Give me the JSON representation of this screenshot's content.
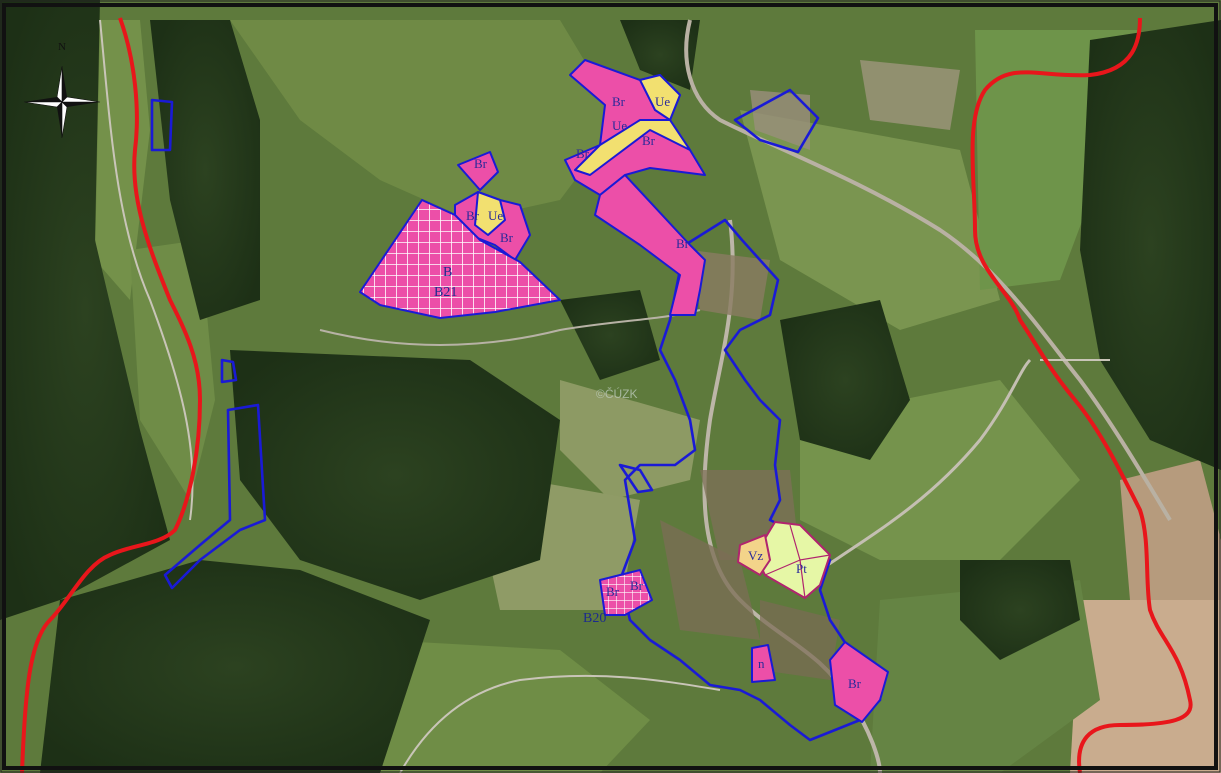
{
  "map": {
    "north_label": "N",
    "watermark": "©ČÚZK",
    "colors": {
      "boundary_red": "#e8161b",
      "boundary_blue": "#1a1ad6",
      "zone_pink": "#ec4fa8",
      "zone_yellow": "#f2e070",
      "zone_lightgreen": "#e6f7a6",
      "zone_tan": "#f3d48a"
    },
    "labels": {
      "br_1": "Br",
      "ue_1": "Ue",
      "ue_2": "Ue",
      "br_2": "Br",
      "br_3": "Br",
      "br_4": "Br",
      "br_5": "Br",
      "ue_3": "Ue",
      "br_6": "Br",
      "b_zone": "B",
      "b21": "B21",
      "br_7": "Br",
      "vz": "Vz",
      "pt": "Pt",
      "br_8": "Br",
      "br_9": "Br",
      "b20": "B20",
      "n": "n",
      "br_10": "Br"
    }
  }
}
